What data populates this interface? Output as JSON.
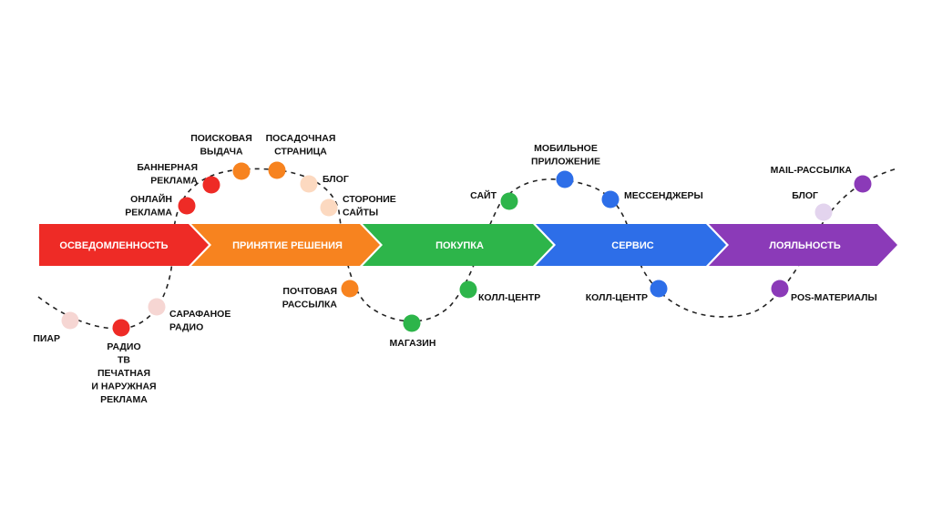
{
  "stages": [
    {
      "label": "ОСВЕДОМЛЕННОСТЬ",
      "color": "#ee2b26"
    },
    {
      "label": "ПРИНЯТИЕ РЕШЕНИЯ",
      "color": "#f7831f"
    },
    {
      "label": "ПОКУПКА",
      "color": "#2db54a"
    },
    {
      "label": "СЕРВИС",
      "color": "#2d6ee8"
    },
    {
      "label": "ЛОЯЛЬНОСТЬ",
      "color": "#8b3ab8"
    }
  ],
  "touchpoints": [
    {
      "lines": [
        "ПИАР"
      ],
      "color": "#f6d6d3"
    },
    {
      "lines": [
        "РАДИО",
        "ТВ",
        "ПЕЧАТНАЯ",
        "И НАРУЖНАЯ",
        "РЕКЛАМА"
      ],
      "color": "#ee2b26"
    },
    {
      "lines": [
        "САРАФАНОЕ",
        "РАДИО"
      ],
      "color": "#f6d6d3"
    },
    {
      "lines": [
        "ОНЛАЙН",
        "РЕКЛАМА"
      ],
      "color": "#ee2b26"
    },
    {
      "lines": [
        "БАННЕРНАЯ",
        "РЕКЛАМА"
      ],
      "color": "#ee2b26"
    },
    {
      "lines": [
        "ПОИСКОВАЯ",
        "ВЫДАЧА"
      ],
      "color": "#f7831f"
    },
    {
      "lines": [
        "ПОСАДОЧНАЯ",
        "СТРАНИЦА"
      ],
      "color": "#f7831f"
    },
    {
      "lines": [
        "БЛОГ"
      ],
      "color": "#fcd9c0"
    },
    {
      "lines": [
        "СТОРОНИЕ",
        "САЙТЫ"
      ],
      "color": "#fcd9c0"
    },
    {
      "lines": [
        "ПОЧТОВАЯ",
        "РАССЫЛКА"
      ],
      "color": "#f7831f"
    },
    {
      "lines": [
        "МАГАЗИН"
      ],
      "color": "#2db54a"
    },
    {
      "lines": [
        "КОЛЛ-ЦЕНТР"
      ],
      "color": "#2db54a"
    },
    {
      "lines": [
        "САЙТ"
      ],
      "color": "#2db54a"
    },
    {
      "lines": [
        "МОБИЛЬНОЕ",
        "ПРИЛОЖЕНИЕ"
      ],
      "color": "#2d6ee8"
    },
    {
      "lines": [
        "МЕССЕНДЖЕРЫ"
      ],
      "color": "#2d6ee8"
    },
    {
      "lines": [
        "КОЛЛ-ЦЕНТР"
      ],
      "color": "#2d6ee8"
    },
    {
      "lines": [
        "POS-МАТЕРИАЛЫ"
      ],
      "color": "#8b3ab8"
    },
    {
      "lines": [
        "БЛОГ"
      ],
      "color": "#e3d4ee"
    },
    {
      "lines": [
        "MAIL-РАССЫЛКА"
      ],
      "color": "#8b3ab8"
    }
  ]
}
